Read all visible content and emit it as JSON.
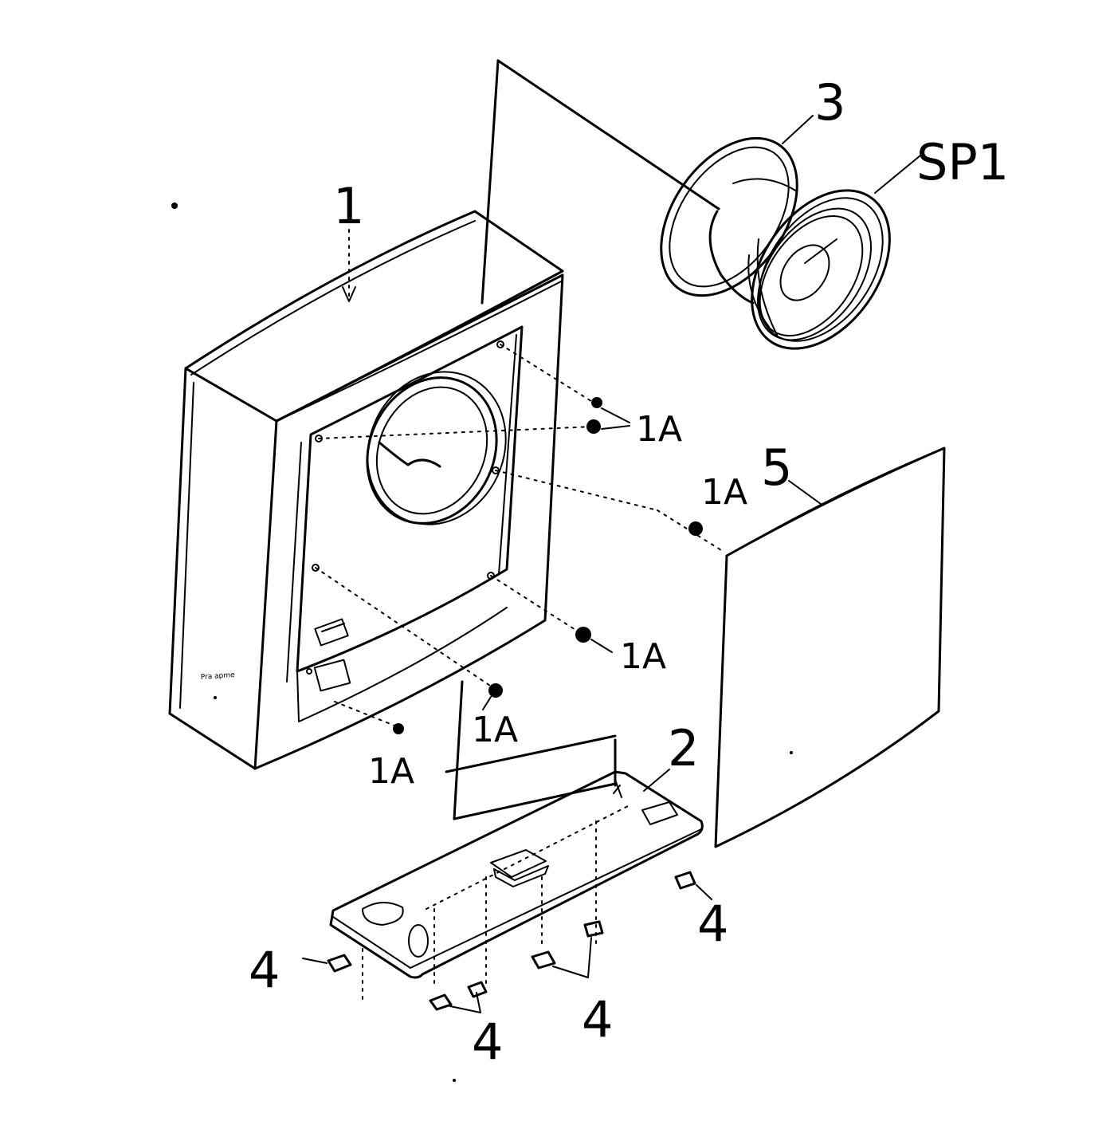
{
  "labels": {
    "cabinet": "1",
    "base": "2",
    "driver_frame": "3",
    "foot": "4",
    "grille": "5",
    "speaker": "SP1",
    "screw": "1A"
  },
  "cabinet_badge": "Pra apme"
}
